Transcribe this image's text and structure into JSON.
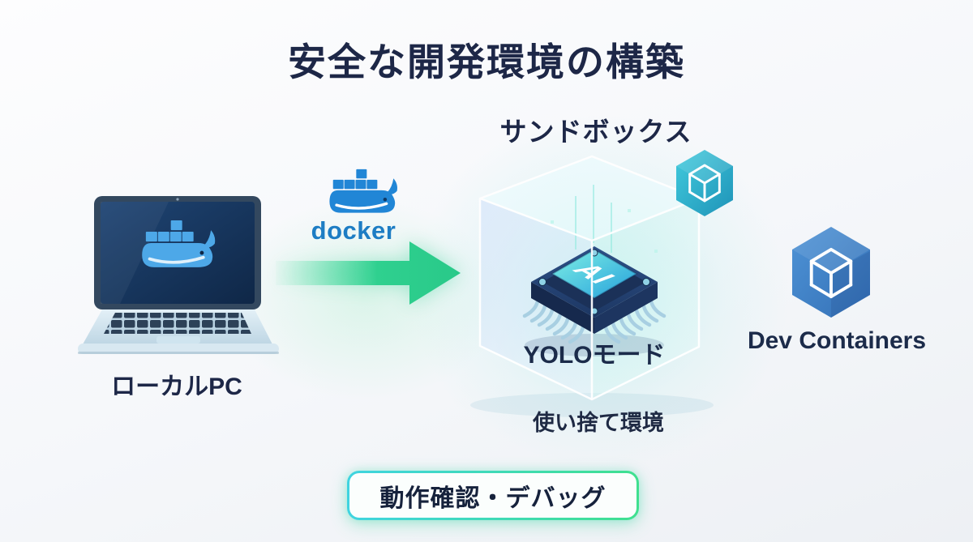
{
  "title": "安全な開発環境の構築",
  "nodes": {
    "local_pc": {
      "label": "ローカルPC"
    },
    "docker": {
      "label": "docker"
    },
    "sandbox": {
      "title": "サンドボックス",
      "chip": "AI",
      "mode": "YOLOモード",
      "caption": "使い捨て環境"
    },
    "dev_containers": {
      "label": "Dev Containers"
    }
  },
  "footer": {
    "label": "動作確認・デバッグ"
  },
  "icons": [
    "laptop-icon",
    "docker-whale-icon",
    "arrow-right-icon",
    "sandbox-cube-icon",
    "ai-chip-icon",
    "cube-badge-icon",
    "dev-containers-icon"
  ],
  "colors": {
    "background": "#f5f7fa",
    "title_text": "#1d2747",
    "docker_blue": "#2186d6",
    "arrow_green": "#2fd08f",
    "sandbox_teal": "#3fd0de",
    "chip_navy": "#1d3763",
    "dev_containers_blue": "#4285c8",
    "footer_border_left": "#3fd4e0",
    "footer_border_right": "#3fe08f"
  }
}
